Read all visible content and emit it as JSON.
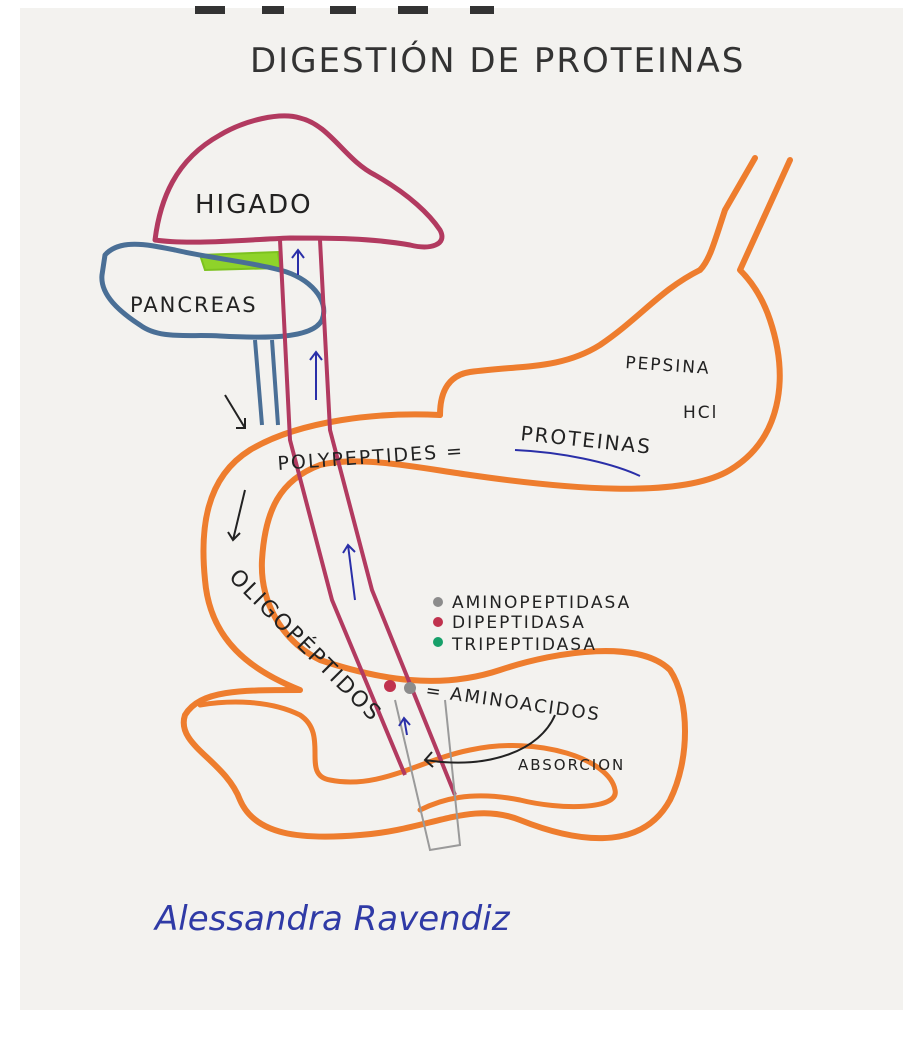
{
  "title": "DIGESTIÓN DE PROTEINAS",
  "labels": {
    "liver": "HIGADO",
    "pancreas": "PANCREAS",
    "polypeptides": "POLYPEPTIDES =",
    "proteins": "PROTEINAS",
    "pepsin": "PEPSINA",
    "hcl": "HCl",
    "oligopeptides": "OLIGOPÉPTIDOS",
    "amino_acids": "= AMINOACIDOS",
    "absorption": "ABSORCION"
  },
  "legend": [
    {
      "text": "AMINOPEPTIDASA",
      "color": "#8c8c8c"
    },
    {
      "text": "DIPEPTIDASA",
      "color": "#c0324e"
    },
    {
      "text": "TRIPEPTIDASA",
      "color": "#17a06a"
    }
  ],
  "signature": "Alessandra Ravendiz",
  "colors": {
    "paper": "#f3f2ef",
    "liver_outline": "#b23a60",
    "pancreas_outline": "#4a6f96",
    "gallbladder": "#8fd32a",
    "intestine_outline": "#ee7d2e",
    "vessel": "#b23a60",
    "arrow_blue": "#2a2fa8",
    "pen_blue": "#2f3aa6"
  }
}
